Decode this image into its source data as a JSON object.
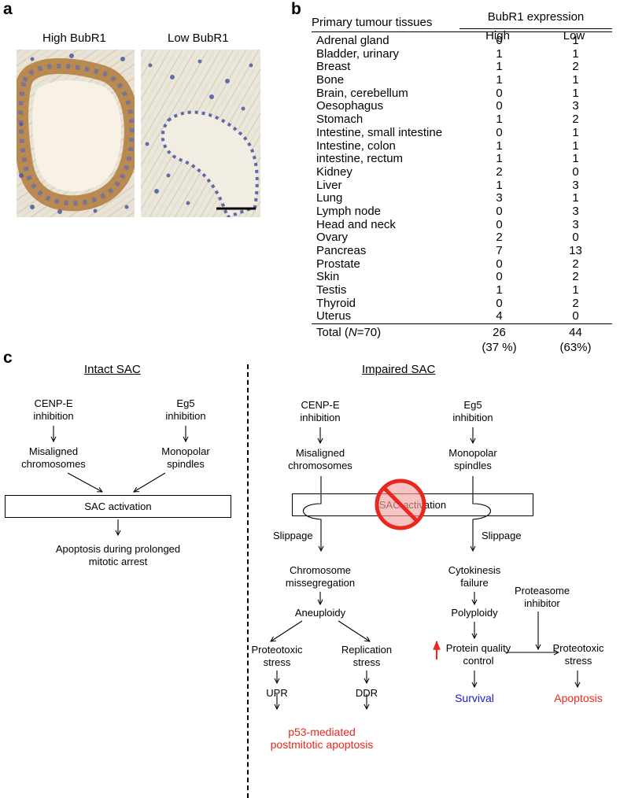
{
  "panel_a": {
    "letter": "a",
    "left_label": "High BubR1",
    "right_label": "Low BubR1"
  },
  "panel_b": {
    "letter": "b",
    "header_tissue": "Primary tumour tissues",
    "header_expression": "BubR1 expression",
    "header_high": "High",
    "header_low": "Low",
    "rows": [
      {
        "tissue": "Adrenal gland",
        "high": "0",
        "low": "1"
      },
      {
        "tissue": "Bladder, urinary",
        "high": "1",
        "low": "1"
      },
      {
        "tissue": "Breast",
        "high": "1",
        "low": "2"
      },
      {
        "tissue": "Bone",
        "high": "1",
        "low": "1"
      },
      {
        "tissue": "Brain, cerebellum",
        "high": "0",
        "low": "1"
      },
      {
        "tissue": "Oesophagus",
        "high": "0",
        "low": "3"
      },
      {
        "tissue": "Stomach",
        "high": "1",
        "low": "2"
      },
      {
        "tissue": "Intestine, small intestine",
        "high": "0",
        "low": "1"
      },
      {
        "tissue": "Intestine, colon",
        "high": "1",
        "low": "1"
      },
      {
        "tissue": "intestine, rectum",
        "high": "1",
        "low": "1"
      },
      {
        "tissue": "Kidney",
        "high": "2",
        "low": "0"
      },
      {
        "tissue": "Liver",
        "high": "1",
        "low": "3"
      },
      {
        "tissue": "Lung",
        "high": "3",
        "low": "1"
      },
      {
        "tissue": "Lymph node",
        "high": "0",
        "low": "3"
      },
      {
        "tissue": "Head and neck",
        "high": "0",
        "low": "3"
      },
      {
        "tissue": "Ovary",
        "high": "2",
        "low": "0"
      },
      {
        "tissue": "Pancreas",
        "high": "7",
        "low": "13"
      },
      {
        "tissue": "Prostate",
        "high": "0",
        "low": "2"
      },
      {
        "tissue": "Skin",
        "high": "0",
        "low": "2"
      },
      {
        "tissue": "Testis",
        "high": "1",
        "low": "1"
      },
      {
        "tissue": "Thyroid",
        "high": "0",
        "low": "2"
      },
      {
        "tissue": "Uterus",
        "high": "4",
        "low": "0"
      }
    ],
    "total_label_pre": "Total (",
    "total_label_n": "N",
    "total_label_post": "=70)",
    "total_high": "26",
    "total_low": "44",
    "total_high_pct": "(37 %)",
    "total_low_pct": "(63%)"
  },
  "panel_c": {
    "letter": "c",
    "intact": {
      "heading": "Intact SAC",
      "cenpe": [
        "CENP-E",
        "inhibition"
      ],
      "eg5": [
        "Eg5",
        "inhibition"
      ],
      "misaligned": [
        "Misaligned",
        "chromosomes"
      ],
      "monopolar": [
        "Monopolar",
        "spindles"
      ],
      "sac": "SAC activation",
      "apoptosis": [
        "Apoptosis during prolonged",
        "mitotic arrest"
      ]
    },
    "impaired": {
      "heading": "Impaired SAC",
      "cenpe": [
        "CENP-E",
        "inhibition"
      ],
      "eg5": [
        "Eg5",
        "inhibition"
      ],
      "misaligned": [
        "Misaligned",
        "chromosomes"
      ],
      "monopolar": [
        "Monopolar",
        "spindles"
      ],
      "sac": "SAC activation",
      "slippage_left": "Slippage",
      "slippage_right": "Slippage",
      "missegregation": [
        "Chromosome",
        "missegregation"
      ],
      "aneuploidy": "Aneuploidy",
      "proteotoxic_left": [
        "Proteotoxic",
        "stress"
      ],
      "replication": [
        "Replication",
        "stress"
      ],
      "upr": "UPR",
      "ddr": "DDR",
      "p53": [
        "p53-mediated",
        "postmitotic apoptosis"
      ],
      "cytokinesis": [
        "Cytokinesis",
        "failure"
      ],
      "polyploidy": "Polyploidy",
      "pqc": [
        "Protein quality",
        "control"
      ],
      "survival": "Survival",
      "proteasome": [
        "Proteasome",
        "inhibitor"
      ],
      "proteotoxic_right": [
        "Proteotoxic",
        "stress"
      ],
      "apoptosis": "Apoptosis"
    },
    "colors": {
      "red": "#e8281e",
      "blue": "#1a1ac8",
      "prohibition_fill": "#f4a3a3",
      "prohibition_stroke": "#e8281e"
    }
  }
}
